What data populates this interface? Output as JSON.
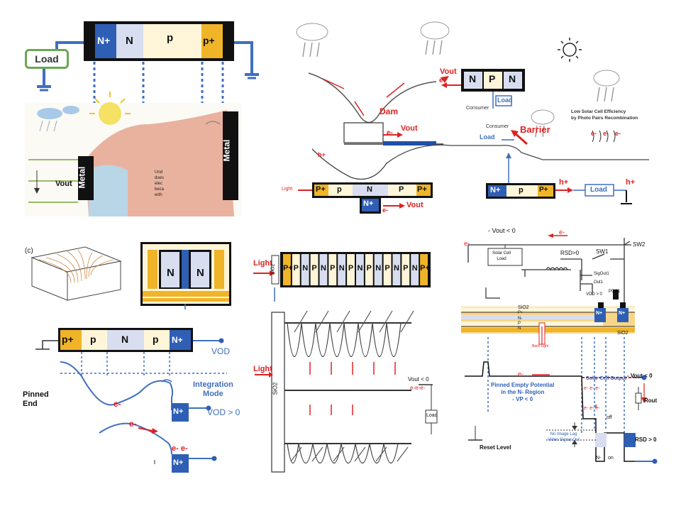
{
  "p1": {
    "strip": [
      "N+",
      "N",
      "p",
      "p+"
    ],
    "load": "Load",
    "metal_left": "Metal",
    "metal_right": "Metal",
    "vout": "Vout",
    "caption": "Und\ndoes\nelec\nbeca\nwith"
  },
  "p2": {
    "vout_top": "Vout",
    "e_top": "e-",
    "npn": [
      "N",
      "P",
      "N"
    ],
    "load": "Load",
    "consumer": "Consumer",
    "dam": "Dam",
    "vout_dam": "Vout",
    "e_dam": "e-",
    "consumer2": "Consumer",
    "load2": "Load",
    "barrier": "Barrier",
    "low_eff": "Low Solar Cell Efficiency\nby Photo Pairs Recombination",
    "e_row": [
      "e-",
      "e-",
      "e-"
    ],
    "h_left": "h+",
    "light": "Light",
    "strip": [
      "P+",
      "p",
      "N",
      "P",
      "P+"
    ],
    "bottom_n": "N+",
    "e_bottom": "e-",
    "vout_bottom": "Vout",
    "right_strip": [
      "N+",
      "p",
      "P+"
    ],
    "h_right": "h+",
    "load_right": "Load",
    "h_right2": "h+"
  },
  "p3": {
    "c_label": "(c)",
    "n1": "N",
    "n2": "N"
  },
  "p4": {
    "strip": [
      "p+",
      "p",
      "N",
      "p",
      "N+"
    ],
    "vod": "VOD",
    "pinned": "Pinned\nEnd",
    "integration": "Integration\nMode",
    "vod_gt": "VOD > 0",
    "e1": "e-",
    "e2": "e-",
    "e3": "e- e-",
    "nplus1": "N+",
    "nplus2": "N+"
  },
  "p5": {
    "light_top": "Light",
    "sio2_top": "SiO2",
    "strip": [
      "P+",
      "P",
      "N",
      "P",
      "N",
      "P",
      "N",
      "P",
      "N",
      "P",
      "N",
      "P",
      "N",
      "P",
      "N",
      "P+"
    ],
    "light_side": "Light",
    "sio2_side": "SiO2",
    "vout": "Vout < 0",
    "e_row": "e-e-e-",
    "load": "Load"
  },
  "p6": {
    "vout_top": "- Vout < 0",
    "solar_load": "Solar Cell\nLoad",
    "e_arrow": "e-",
    "e_left": "e-",
    "rsd": "RSD>0",
    "sw1": "SW1",
    "sw2": "SW2",
    "sigout": "SigOut1",
    "out1": "Out1",
    "vdd": "VDD > 0",
    "pcg": "PCG1",
    "sio2_top": "SiO2",
    "pplus": "P+",
    "nminus": "N-",
    "p": "P",
    "n": "N",
    "sio2_bot": "SiO2",
    "back_light": "Back Light",
    "nplus_a": "N+",
    "nplus_b": "N+",
    "e_mid": "e-",
    "pinned": "Pinned Empty Potential\nin the N- Region\n- VP < 0",
    "solar_out": "Solar Cell Output",
    "vout_right": "- Vout < 0",
    "e_row": "e- e- e-",
    "e_row2": "e- e- e-",
    "rout": "Rout",
    "off": "off",
    "no_lag": "No Image Lag\nVideo Signal Out",
    "reset": "Reset Level",
    "rsd_right": "RSD > 0",
    "on": "on",
    "nminus_b": "N-",
    "nplus_c": "N+"
  }
}
